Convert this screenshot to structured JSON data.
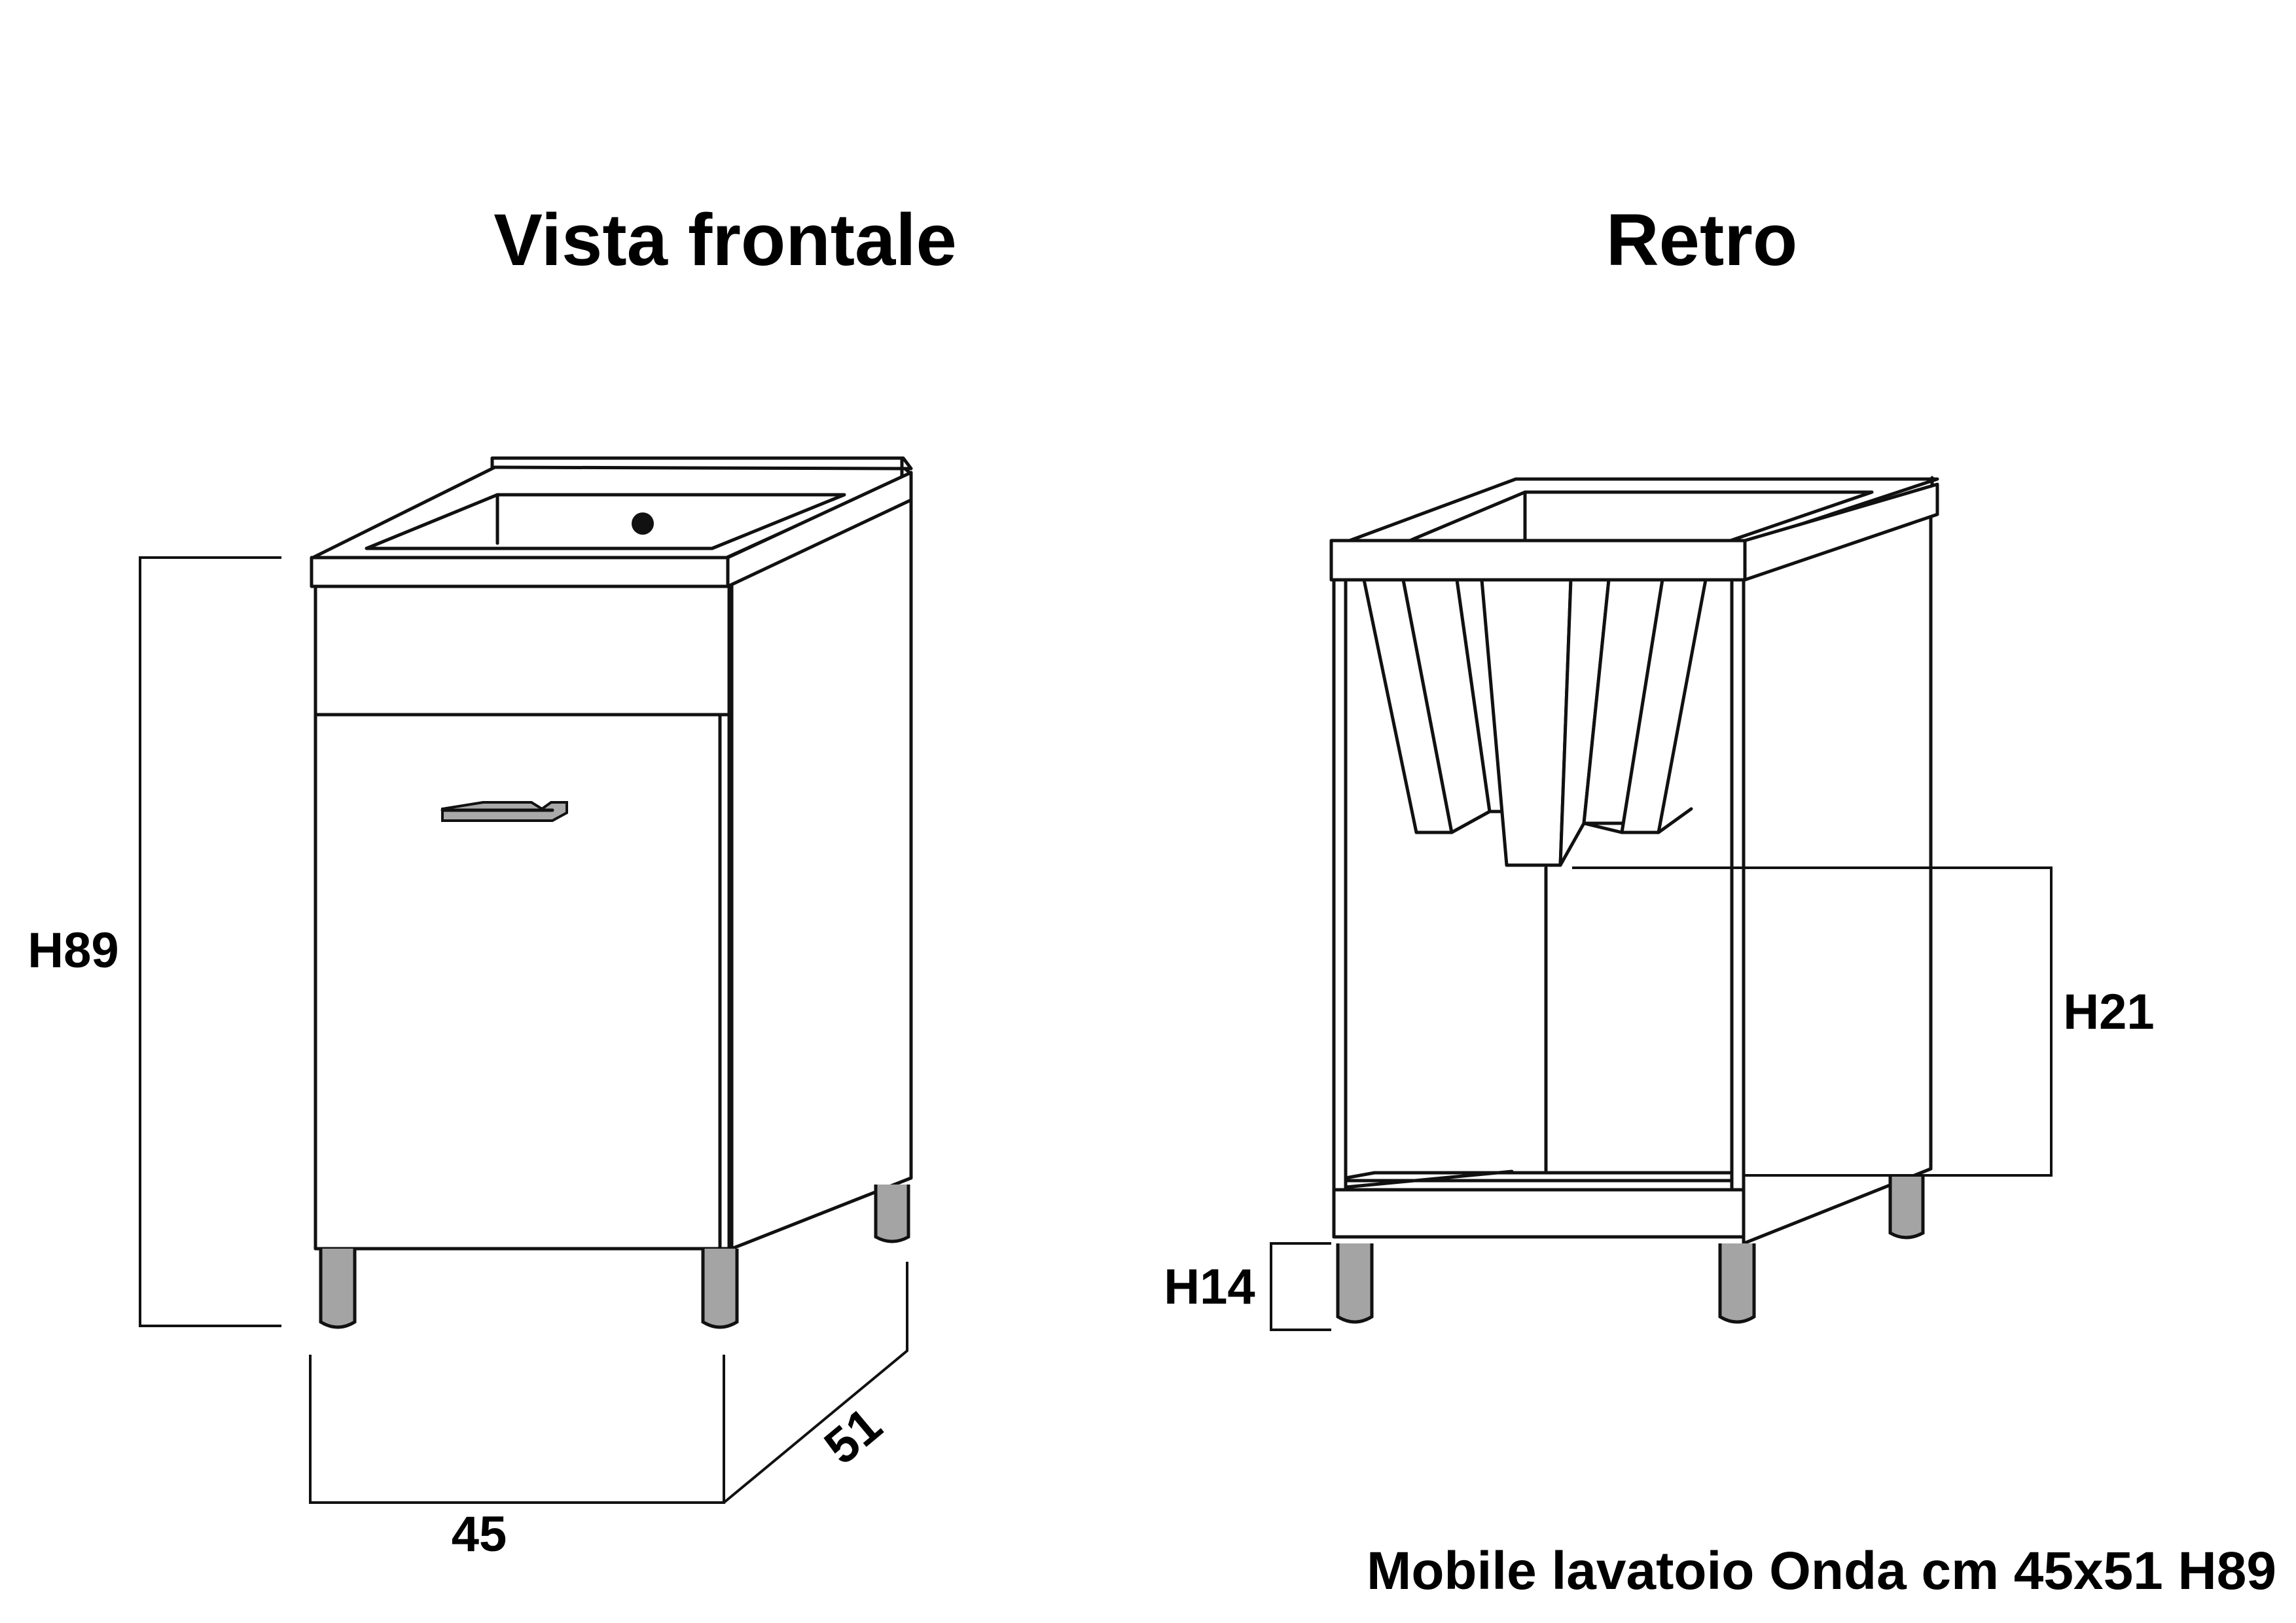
{
  "front_view": {
    "title": "Vista frontale",
    "height_label": "H89",
    "width_label": "45",
    "depth_label": "51"
  },
  "back_view": {
    "title": "Retro",
    "inner_height_label": "H21",
    "leg_height_label": "H14"
  },
  "caption": "Mobile lavatoio Onda cm 45x51 H89",
  "colors": {
    "line": "#111111",
    "leg_fill": "#a4a4a4",
    "background": "#ffffff"
  }
}
